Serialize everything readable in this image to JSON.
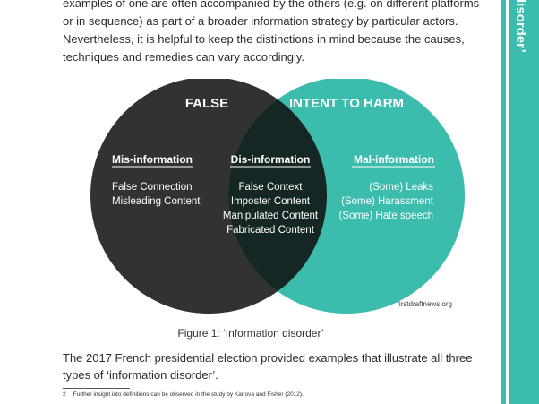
{
  "top_paragraph": "examples of one are often accompanied by the others (e.g. on different platforms or in sequence) as part of a broader information strategy by particular actors. Nevertheless, it is helpful to keep the distinctions in mind because the causes, techniques and remedies can vary accordingly.",
  "diagram": {
    "left_title": "FALSE",
    "right_title": "INTENT TO HARM",
    "left_heading": "Mis-information",
    "center_heading": "Dis-information",
    "right_heading": "Mal-information",
    "left_items": [
      "False Connection",
      "Misleading Content"
    ],
    "center_items": [
      "False Context",
      "Imposter Content",
      "Manipulated Content",
      "Fabricated Content"
    ],
    "right_items": [
      "(Some) Leaks",
      "(Some) Harassment",
      "(Some) Hate speech"
    ],
    "credit": "firstdraftnews.org",
    "colors": {
      "left": "#323232",
      "right": "#3bbcad",
      "overlap": "#152724"
    }
  },
  "caption": "Figure 1: ‘Information disorder’",
  "bottom_paragraph": "The 2017 French presidential election provided examples that illustrate all three types of ‘information disorder’.",
  "footnote": {
    "number": "2",
    "text": "Further insight into definitions can be observed in the study by Karlova and Fisher (2012)."
  },
  "sidebar": {
    "label": "disorder’",
    "color": "#3bbcad"
  }
}
